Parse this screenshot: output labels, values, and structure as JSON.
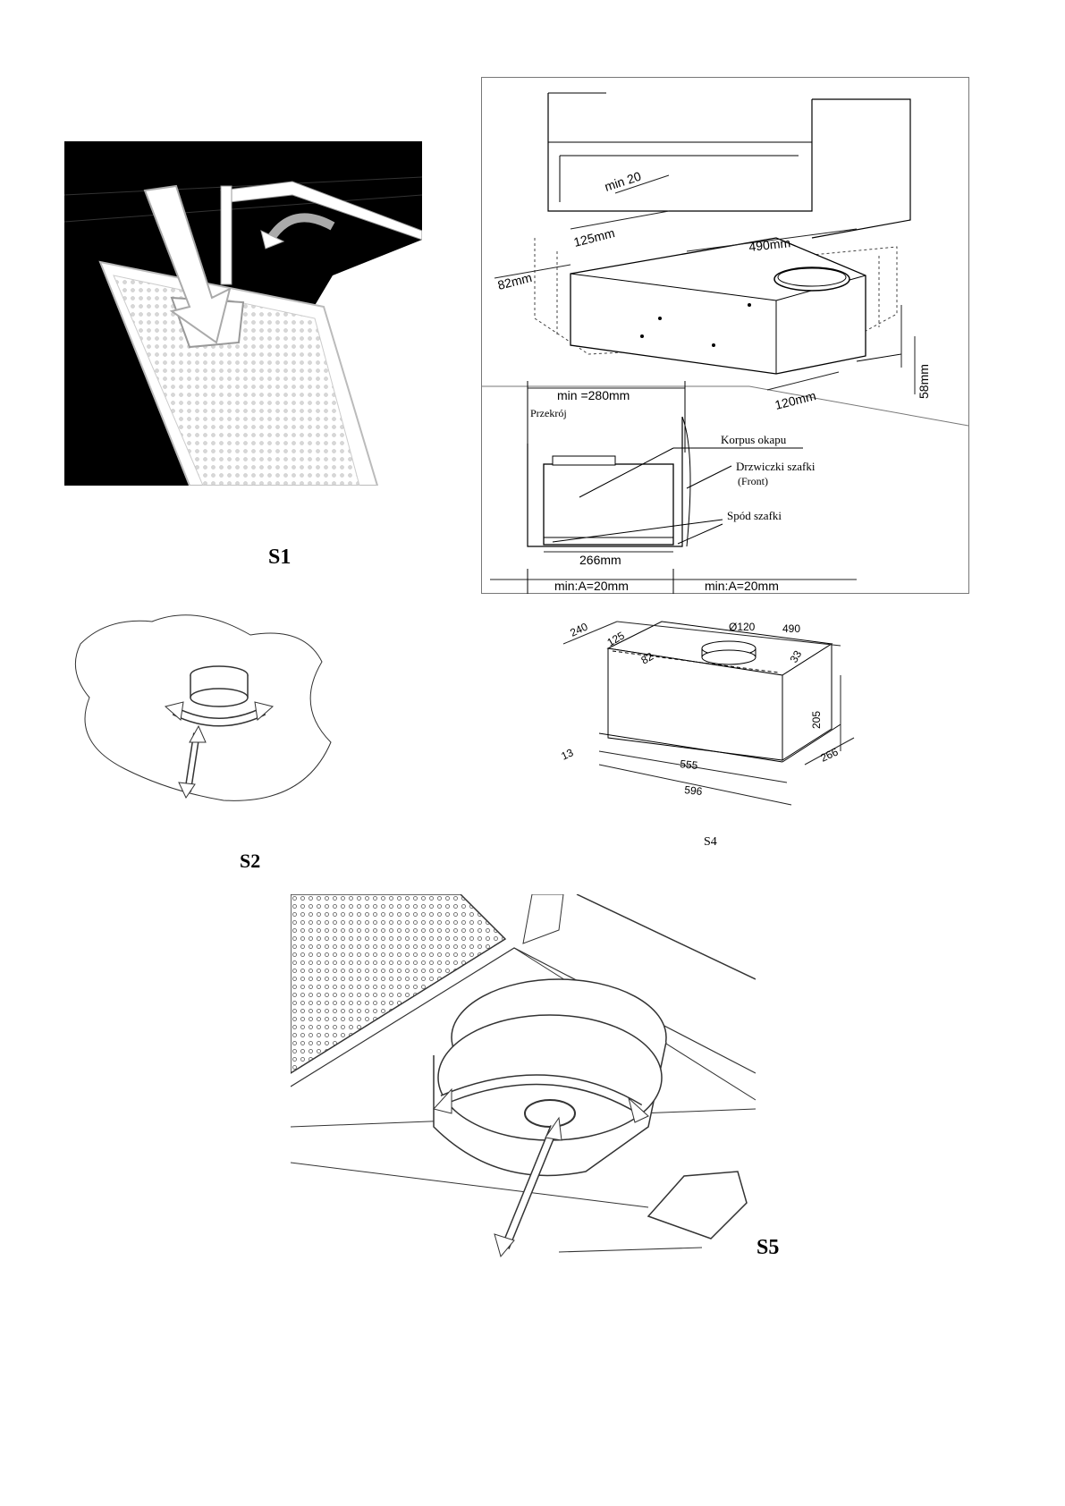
{
  "figures": {
    "s1": {
      "label": "S1"
    },
    "s2": {
      "label": "S2"
    },
    "s3": {
      "dim_min20": "min 20",
      "dim_125": "125mm",
      "dim_490": "490mm",
      "dim_82": "82mm",
      "dim_120": "120mm",
      "dim_58": "58mm",
      "dim_min280": "min =280mm",
      "przekroj": "Przekrój",
      "korpus": "Korpus okapu",
      "drzwiczki": "Drzwiczki szafki",
      "front": "(Front)",
      "spod": "Spód szafki",
      "dim_266": "266mm",
      "min_a_left": "min:A=20mm",
      "min_a_right": "min:A=20mm"
    },
    "s4": {
      "label": "S4",
      "d240": "240",
      "d125": "125",
      "d82": "82",
      "d120": "Ø120",
      "d490": "490",
      "d33": "33",
      "d205": "205",
      "d13": "13",
      "d555": "555",
      "d596": "596",
      "d266": "266"
    },
    "s5": {
      "label": "S5"
    }
  }
}
